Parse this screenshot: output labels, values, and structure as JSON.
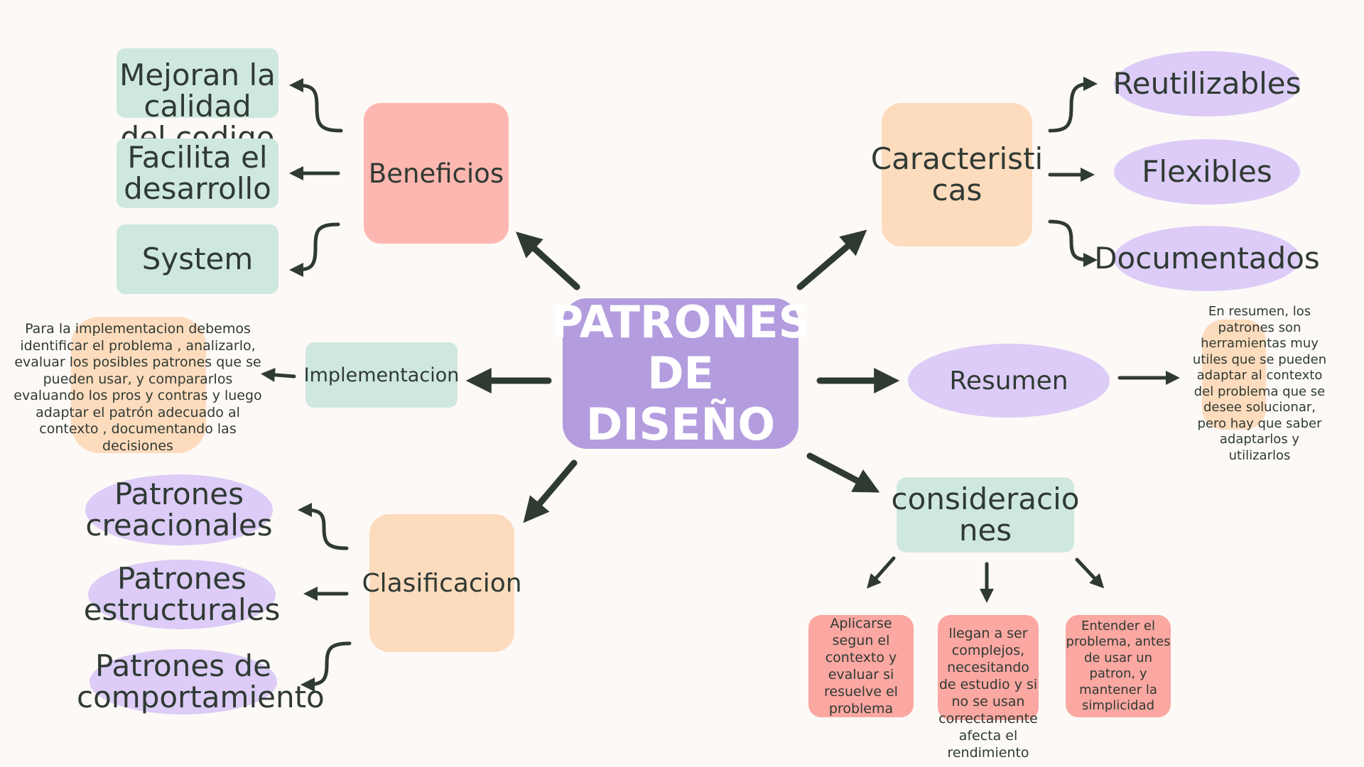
{
  "center": "PATRONES DE DISEÑO",
  "beneficios": {
    "label": "Beneficios",
    "items": [
      "Mejoran la calidad del codigo",
      "Facilita el desarrollo",
      "System"
    ]
  },
  "caracteristicas": {
    "label": "Caracteristi cas",
    "items": [
      "Reutilizables",
      "Flexibles",
      "Documentados"
    ]
  },
  "implementacion": {
    "label": "Implementacion",
    "note": "Para la implementacion debemos identificar el problema , analizarlo, evaluar los posibles patrones que se pueden usar, y compararlos evaluando los pros y contras y luego adaptar el patrón adecuado al contexto , documentando las decisiones"
  },
  "resumen": {
    "label": "Resumen",
    "note": "En resumen, los patrones son herramientas muy utiles que se pueden adaptar al contexto del problema que se desee solucionar, pero hay que saber adaptarlos y utilizarlos"
  },
  "clasificacion": {
    "label": "Clasificacion",
    "items": [
      "Patrones creacionales",
      "Patrones estructurales",
      "Patrones de comportamiento"
    ]
  },
  "consideraciones": {
    "label": "consideracio nes",
    "items": [
      "Aplicarse segun el contexto y evaluar si resuelve el problema",
      "llegan a ser complejos, necesitando de estudio y si no se usan correctamente afecta el rendimiento",
      "Entender el problema, antes de usar un patron, y mantener la simplicidad"
    ]
  },
  "colors": {
    "center": "#b39ddf",
    "mint": "#cfe8df",
    "salmon": "#fdb7b0",
    "peach": "#fddbbd",
    "lavender": "#dcccf7",
    "pink": "#fba7a2",
    "arrow": "#2f3a33",
    "background": "#fdf9f6"
  }
}
